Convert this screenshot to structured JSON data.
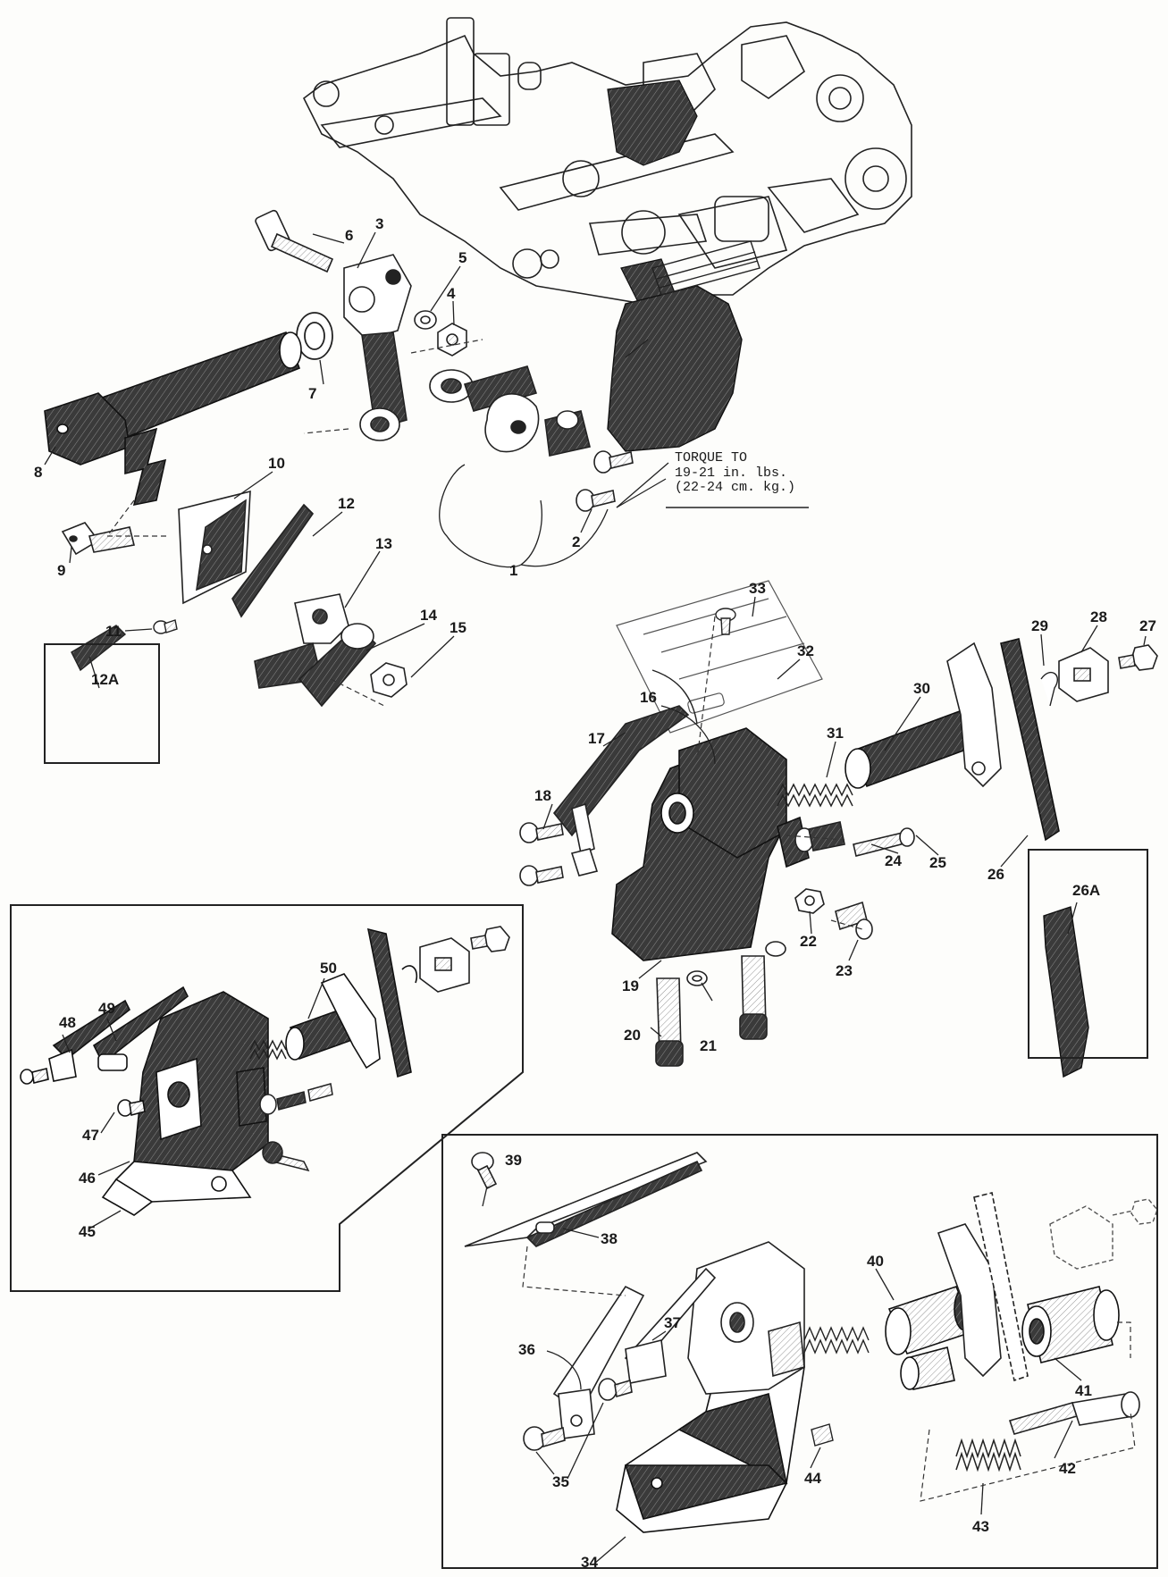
{
  "torque_note": {
    "line1": "TORQUE TO",
    "line2": "19-21 in. lbs.",
    "line3": "(22-24 cm. kg.)"
  },
  "callouts": [
    "1",
    "2",
    "3",
    "4",
    "5",
    "6",
    "7",
    "8",
    "9",
    "10",
    "11",
    "12",
    "12A",
    "13",
    "14",
    "15",
    "16",
    "17",
    "18",
    "19",
    "20",
    "21",
    "22",
    "23",
    "24",
    "25",
    "26",
    "26A",
    "27",
    "28",
    "29",
    "30",
    "31",
    "32",
    "33",
    "34",
    "35",
    "36",
    "37",
    "38",
    "39",
    "40",
    "41",
    "42",
    "43",
    "44",
    "45",
    "46",
    "47",
    "48",
    "49",
    "50"
  ]
}
